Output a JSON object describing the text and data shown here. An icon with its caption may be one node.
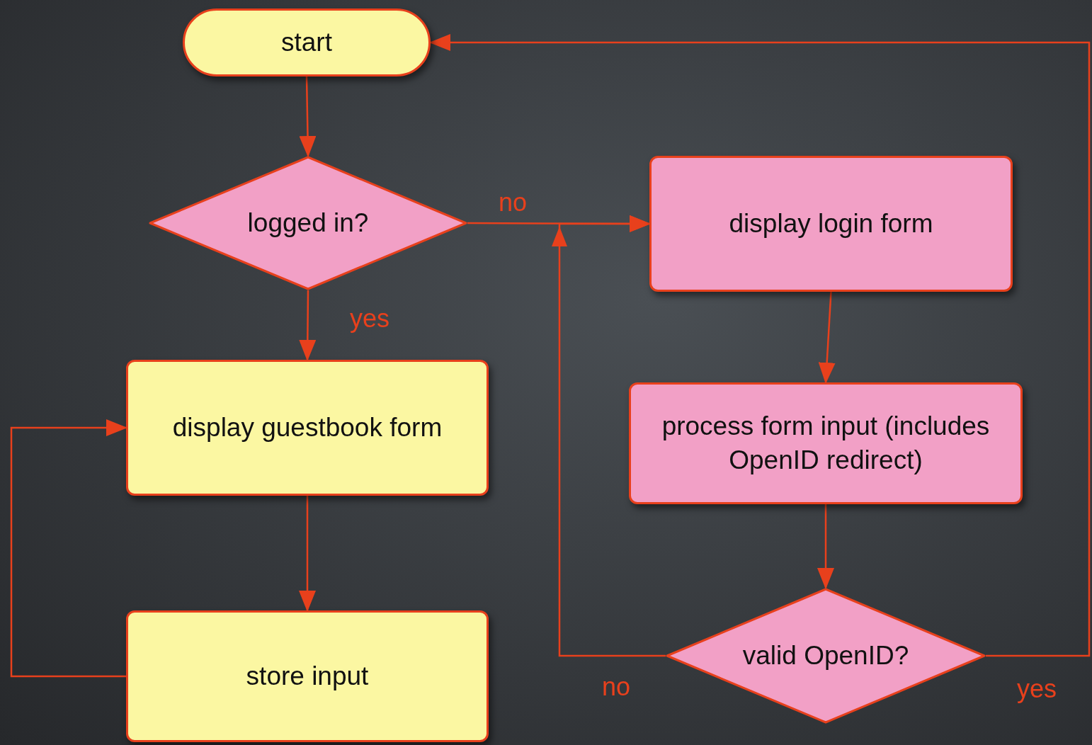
{
  "diagram": {
    "nodes": [
      {
        "text": [
          "start"
        ]
      },
      {
        "text": [
          "logged in?"
        ]
      },
      {
        "text": [
          "display login form"
        ]
      },
      {
        "text": [
          "display guestbook form"
        ]
      },
      {
        "text": [
          "process form input (includes OpenID redirect)"
        ]
      },
      {
        "text": [
          "store input"
        ]
      },
      {
        "text": [
          "valid OpenID?"
        ]
      }
    ],
    "edges": [
      {
        "from": 0,
        "to": 1,
        "arrow": "to"
      },
      {
        "from": 1,
        "to": 2,
        "arrow": "to",
        "label": "no"
      },
      {
        "from": 1,
        "to": 3,
        "arrow": "to",
        "label": "yes"
      },
      {
        "from": 2,
        "to": 4,
        "arrow": "to"
      },
      {
        "from": 3,
        "to": 5,
        "arrow": "to"
      },
      {
        "from": 5,
        "to": 3,
        "arrow": "to"
      },
      {
        "from": 4,
        "to": 6,
        "arrow": "to"
      },
      {
        "from": 6,
        "to": 2,
        "arrow": "to",
        "label": "no"
      },
      {
        "from": 6,
        "to": 0,
        "arrow": "to",
        "label": "yes"
      }
    ]
  }
}
